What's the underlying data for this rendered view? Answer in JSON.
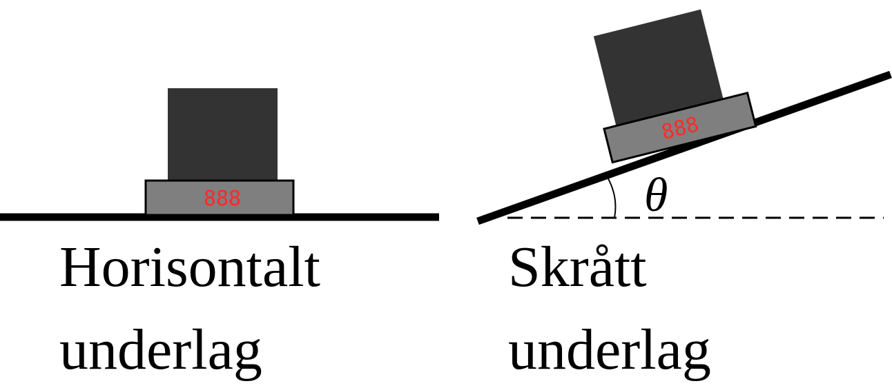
{
  "left_panel": {
    "display_text": "888",
    "caption_line1": "Horisontalt",
    "caption_line2": "underlag"
  },
  "right_panel": {
    "display_text": "888",
    "angle_label": "θ",
    "caption_line1": "Skrått",
    "caption_line2": "underlag"
  },
  "colors": {
    "weight": "#333333",
    "scale_body": "#7f7f7f",
    "display": "#ff2a2a",
    "line": "#000000"
  }
}
